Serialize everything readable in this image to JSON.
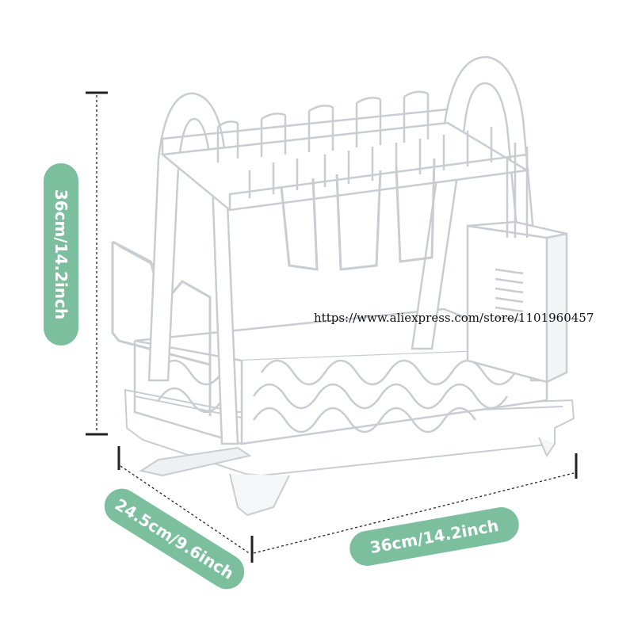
{
  "dimensions": {
    "height": "36cm/14.2inch",
    "depth": "24.5cm/9.6inch",
    "width": "36cm/14.2inch"
  },
  "watermark": {
    "url": "https://www.aliexpress.com/store/1101960457"
  },
  "colors": {
    "badge": "#7bbf9e",
    "badge_text": "#ffffff",
    "rack": "#ffffff",
    "rack_outline": "#c9cdd2",
    "guide_line": "#222222"
  }
}
